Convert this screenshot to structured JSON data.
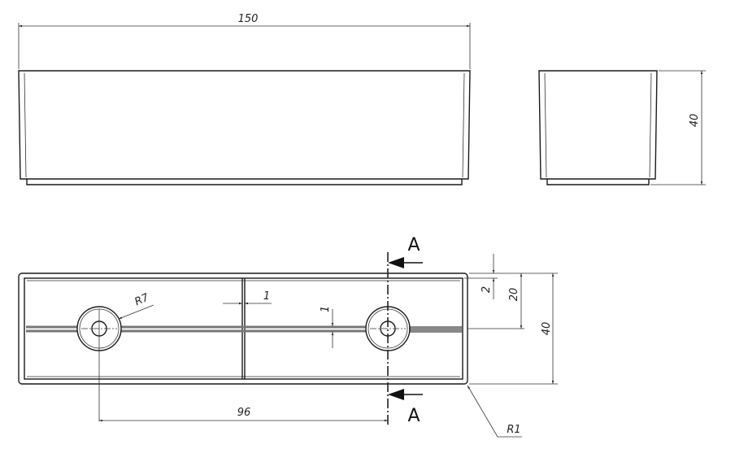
{
  "dimensions": {
    "length": "150",
    "height": "40",
    "width": "40",
    "half_width": "20",
    "wall": "2",
    "rib_x": "1",
    "rib_y": "1",
    "hole_radius": "R7",
    "hole_spacing": "96",
    "corner_radius": "R1"
  },
  "section": {
    "label_top": "A",
    "label_bottom": "A"
  }
}
